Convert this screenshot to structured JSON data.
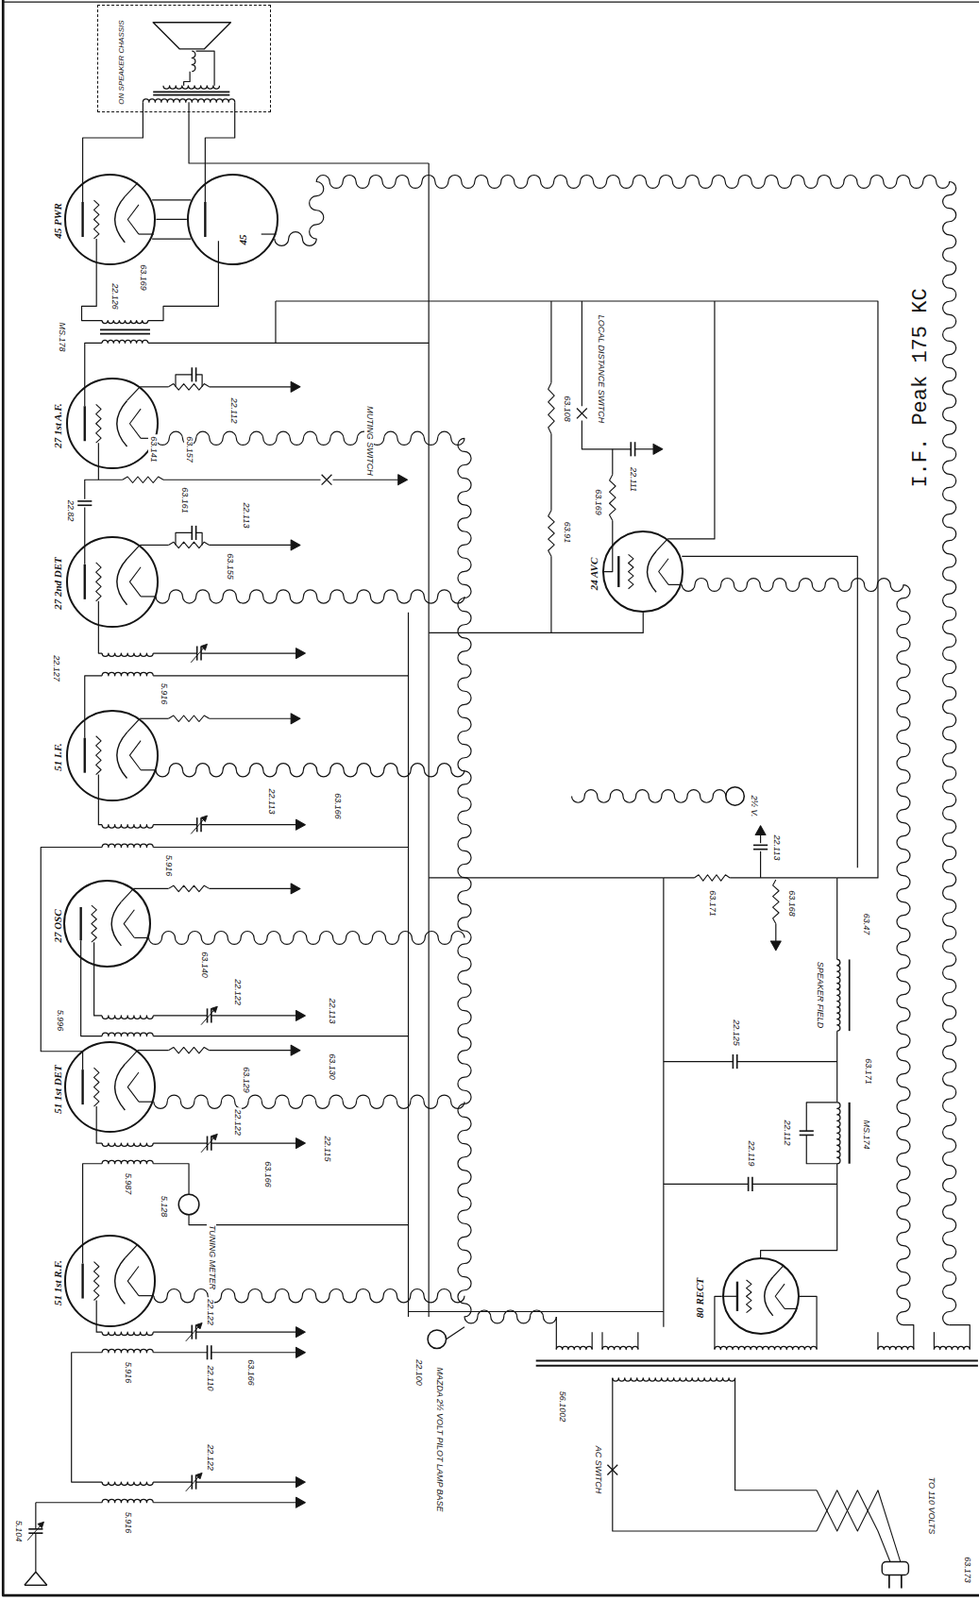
{
  "diagram": {
    "nodes": [
      {
        "text": [
          "ON SPEAKER CHASSIS"
        ]
      },
      {
        "text": [
          "45 PWR"
        ]
      },
      {
        "text": [
          "45"
        ]
      },
      {
        "text": [
          "27 1st A.F."
        ]
      },
      {
        "text": [
          "27 2nd DET"
        ]
      },
      {
        "text": [
          "51 I.F."
        ]
      },
      {
        "text": [
          "27 OSC"
        ]
      },
      {
        "text": [
          "51 1st DET"
        ]
      },
      {
        "text": [
          "51 1st R.F."
        ]
      },
      {
        "text": [
          "24 AVC"
        ]
      },
      {
        "text": [
          "80 RECT"
        ]
      }
    ],
    "edges": [
      {
        "from": 1,
        "to": 2,
        "arrow": "none"
      }
    ],
    "labels": [
      "I.F. Peak 175 KC",
      "22.126",
      "63.169",
      "MS.178",
      "22.112",
      "63.141",
      "63.157",
      "MUTING SWITCH",
      "22.82",
      "63.161",
      "22.113",
      "63.155",
      "22.127",
      "5.916",
      "2½ V.",
      "22.113",
      "5.916",
      "63.166",
      "63.140",
      "22.122",
      "63.129",
      "5.996",
      "22.113",
      "63.130",
      "22.122",
      "22.115",
      "63.166",
      "5.987",
      "TUNING METER",
      "5.128",
      "22.122",
      "5.916",
      "22.110",
      "63.166",
      "22.122",
      "5.916",
      "5.104",
      "22.100",
      "MAZDA 2½ VOLT PILOT LAMP BASE",
      "63.91",
      "63.108",
      "LOCAL DISTANCE SWITCH",
      "22.111",
      "63.169",
      "22.113",
      "63.171",
      "63.168",
      "63.47",
      "SPEAKER FIELD",
      "63.171",
      "22.125",
      "22.112",
      "MS.174",
      "22.119",
      "56.1002",
      "AC SWITCH",
      "TO 110 VOLTS",
      "63.173"
    ]
  }
}
